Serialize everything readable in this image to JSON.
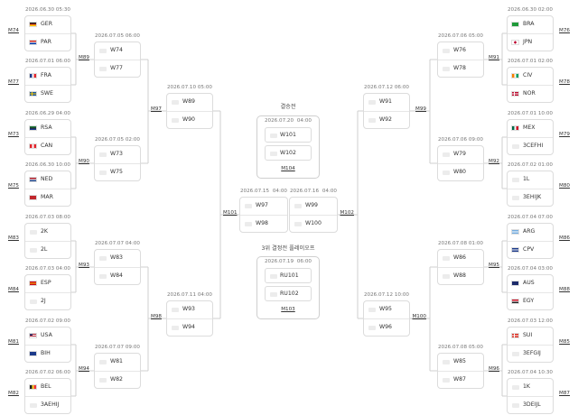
{
  "finals": {
    "title": "결승전",
    "date": "2026.07.20",
    "time": "04:00",
    "teams": [
      "W101",
      "W102"
    ],
    "match_label": "M104"
  },
  "third_place": {
    "title": "3위 결정전 플레이오프",
    "date": "2026.07.19",
    "time": "06:00",
    "teams": [
      "RU101",
      "RU102"
    ],
    "match_label": "M103"
  },
  "semifinals": [
    {
      "date": "2026.07.15",
      "time": "04:00",
      "teams": [
        "W97",
        "W98"
      ],
      "match_label": "M101"
    },
    {
      "date": "2026.07.16",
      "time": "04:00",
      "teams": [
        "W99",
        "W100"
      ],
      "match_label": "M102"
    }
  ],
  "quarterfinals": [
    {
      "date": "2026.07.10",
      "time": "05:00",
      "teams": [
        "W89",
        "W90"
      ],
      "match_label": "M97"
    },
    {
      "date": "2026.07.11",
      "time": "04:00",
      "teams": [
        "W93",
        "W94"
      ],
      "match_label": "M98"
    },
    {
      "date": "2026.07.12",
      "time": "06:00",
      "teams": [
        "W91",
        "W92"
      ],
      "match_label": "M99"
    },
    {
      "date": "2026.07.12",
      "time": "10:00",
      "teams": [
        "W95",
        "W96"
      ],
      "match_label": "M100"
    }
  ],
  "round16": [
    {
      "date": "2026.07.05",
      "time": "06:00",
      "teams": [
        "W74",
        "W77"
      ],
      "match_label": "M89"
    },
    {
      "date": "2026.07.05",
      "time": "02:00",
      "teams": [
        "W73",
        "W75"
      ],
      "match_label": "M90"
    },
    {
      "date": "2026.07.07",
      "time": "04:00",
      "teams": [
        "W83",
        "W84"
      ],
      "match_label": "M93"
    },
    {
      "date": "2026.07.07",
      "time": "09:00",
      "teams": [
        "W81",
        "W82"
      ],
      "match_label": "M94"
    },
    {
      "date": "2026.07.06",
      "time": "05:00",
      "teams": [
        "W76",
        "W78"
      ],
      "match_label": "M91"
    },
    {
      "date": "2026.07.06",
      "time": "09:00",
      "teams": [
        "W79",
        "W80"
      ],
      "match_label": "M92"
    },
    {
      "date": "2026.07.08",
      "time": "01:00",
      "teams": [
        "W86",
        "W88"
      ],
      "match_label": "M95"
    },
    {
      "date": "2026.07.08",
      "time": "05:00",
      "teams": [
        "W85",
        "W87"
      ],
      "match_label": "M96"
    }
  ],
  "round32": [
    {
      "date": "2026.06.30",
      "time": "05:30",
      "teams": [
        "GER",
        "PAR"
      ],
      "match_label": "M74"
    },
    {
      "date": "2026.07.01",
      "time": "06:00",
      "teams": [
        "FRA",
        "SWE"
      ],
      "match_label": "M77"
    },
    {
      "date": "2026.06.29",
      "time": "04:00",
      "teams": [
        "RSA",
        "CAN"
      ],
      "match_label": "M73"
    },
    {
      "date": "2026.06.30",
      "time": "10:00",
      "teams": [
        "NED",
        "MAR"
      ],
      "match_label": "M75"
    },
    {
      "date": "2026.07.03",
      "time": "08:00",
      "teams": [
        "2K",
        "2L"
      ],
      "match_label": "M83"
    },
    {
      "date": "2026.07.03",
      "time": "04:00",
      "teams": [
        "ESP",
        "2J"
      ],
      "match_label": "M84"
    },
    {
      "date": "2026.07.02",
      "time": "09:00",
      "teams": [
        "USA",
        "BIH"
      ],
      "match_label": "M81"
    },
    {
      "date": "2026.07.02",
      "time": "06:00",
      "teams": [
        "BEL",
        "3AEHIJ"
      ],
      "match_label": "M82"
    },
    {
      "date": "2026.06.30",
      "time": "02:00",
      "teams": [
        "BRA",
        "JPN"
      ],
      "match_label": "M76"
    },
    {
      "date": "2026.07.01",
      "time": "02:00",
      "teams": [
        "CIV",
        "NOR"
      ],
      "match_label": "M78"
    },
    {
      "date": "2026.07.01",
      "time": "10:00",
      "teams": [
        "MEX",
        "3CEFHI"
      ],
      "match_label": "M79"
    },
    {
      "date": "2026.07.02",
      "time": "01:00",
      "teams": [
        "1L",
        "3EHIJK"
      ],
      "match_label": "M80"
    },
    {
      "date": "2026.07.04",
      "time": "07:00",
      "teams": [
        "ARG",
        "CPV"
      ],
      "match_label": "M86"
    },
    {
      "date": "2026.07.04",
      "time": "03:00",
      "teams": [
        "AUS",
        "EGY"
      ],
      "match_label": "M88"
    },
    {
      "date": "2026.07.03",
      "time": "12:00",
      "teams": [
        "SUI",
        "3EFGIJ"
      ],
      "match_label": "M85"
    },
    {
      "date": "2026.07.04",
      "time": "10:30",
      "teams": [
        "1K",
        "3DEIJL"
      ],
      "match_label": "M87"
    }
  ],
  "flags": {
    "GER": {
      "kind": "h3",
      "colors": [
        "#222222",
        "#dd2222",
        "#ffcc00"
      ]
    },
    "PAR": {
      "kind": "h3",
      "colors": [
        "#d52b1e",
        "#ffffff",
        "#0038a8"
      ]
    },
    "FRA": {
      "kind": "v3",
      "colors": [
        "#1b3a8a",
        "#ffffff",
        "#e1262d"
      ]
    },
    "SWE": {
      "kind": "cross",
      "colors": [
        "#1b5aa6",
        "#fecc02"
      ]
    },
    "RSA": {
      "kind": "h3",
      "colors": [
        "#1f7a3a",
        "#222222",
        "#1b3a8a"
      ]
    },
    "CAN": {
      "kind": "v3",
      "colors": [
        "#e1262d",
        "#ffffff",
        "#e1262d"
      ]
    },
    "NED": {
      "kind": "h3",
      "colors": [
        "#ae1c28",
        "#ffffff",
        "#21468b"
      ]
    },
    "MAR": {
      "kind": "solid",
      "colors": [
        "#c1272d"
      ]
    },
    "ESP": {
      "kind": "h3",
      "colors": [
        "#c60b1e",
        "#ffc400",
        "#c60b1e"
      ]
    },
    "USA": {
      "kind": "stripes",
      "colors": [
        "#b22234",
        "#ffffff",
        "#3c3b6e"
      ]
    },
    "BIH": {
      "kind": "solid",
      "colors": [
        "#1b3a8a"
      ]
    },
    "BEL": {
      "kind": "v3",
      "colors": [
        "#222222",
        "#fdda24",
        "#ef3340"
      ]
    },
    "BRA": {
      "kind": "solid",
      "colors": [
        "#1f9a3a"
      ]
    },
    "JPN": {
      "kind": "dot",
      "colors": [
        "#ffffff",
        "#bc002d"
      ]
    },
    "CIV": {
      "kind": "v3",
      "colors": [
        "#f77f00",
        "#ffffff",
        "#009e60"
      ]
    },
    "NOR": {
      "kind": "cross",
      "colors": [
        "#ba0c2f",
        "#ffffff"
      ]
    },
    "MEX": {
      "kind": "v3",
      "colors": [
        "#006847",
        "#ffffff",
        "#ce1126"
      ]
    },
    "ARG": {
      "kind": "h3",
      "colors": [
        "#74acdf",
        "#ffffff",
        "#74acdf"
      ]
    },
    "CPV": {
      "kind": "h3",
      "colors": [
        "#1b3a8a",
        "#ffffff",
        "#1b3a8a"
      ]
    },
    "AUS": {
      "kind": "solid",
      "colors": [
        "#1b2a6a"
      ]
    },
    "EGY": {
      "kind": "h3",
      "colors": [
        "#ce1126",
        "#ffffff",
        "#222222"
      ]
    },
    "SUI": {
      "kind": "cross",
      "colors": [
        "#da291c",
        "#ffffff"
      ]
    }
  }
}
